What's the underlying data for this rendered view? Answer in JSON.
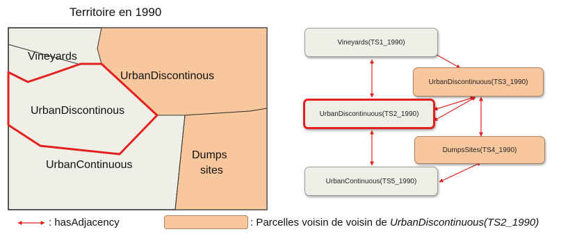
{
  "map": {
    "title": "Territoire en 1990",
    "regions": {
      "vineyards": "Vineyards",
      "urban_discontinuous_top": "UrbanDiscontinous",
      "urban_discontinuous_selected": "UrbanDiscontinous",
      "urban_continuous": "UrbanContinuous",
      "dumps_line1": "Dumps",
      "dumps_line2": "sites"
    }
  },
  "graph": {
    "nodes": {
      "ts1": "Vineyards(TS1_1990)",
      "ts3": "UrbanDiscontinuous(TS3_1990)",
      "ts2": "UrbanDiscontinuous(TS2_1990)",
      "ts4": "DumpsSites(TS4_1990)",
      "ts5": "UrbanContinuous(TS5_1990)"
    }
  },
  "legend": {
    "arrow_label": ": hasAdjacency",
    "swatch_prefix": ": Parcelles voisin de voisin de ",
    "swatch_italic": "UrbanDiscontinuous(TS2_1990)"
  },
  "colors": {
    "land_grey": "#efefe8",
    "neighbor_orange": "#f8c79d",
    "highlight_red": "#e3201e",
    "border_dark": "#222222"
  }
}
